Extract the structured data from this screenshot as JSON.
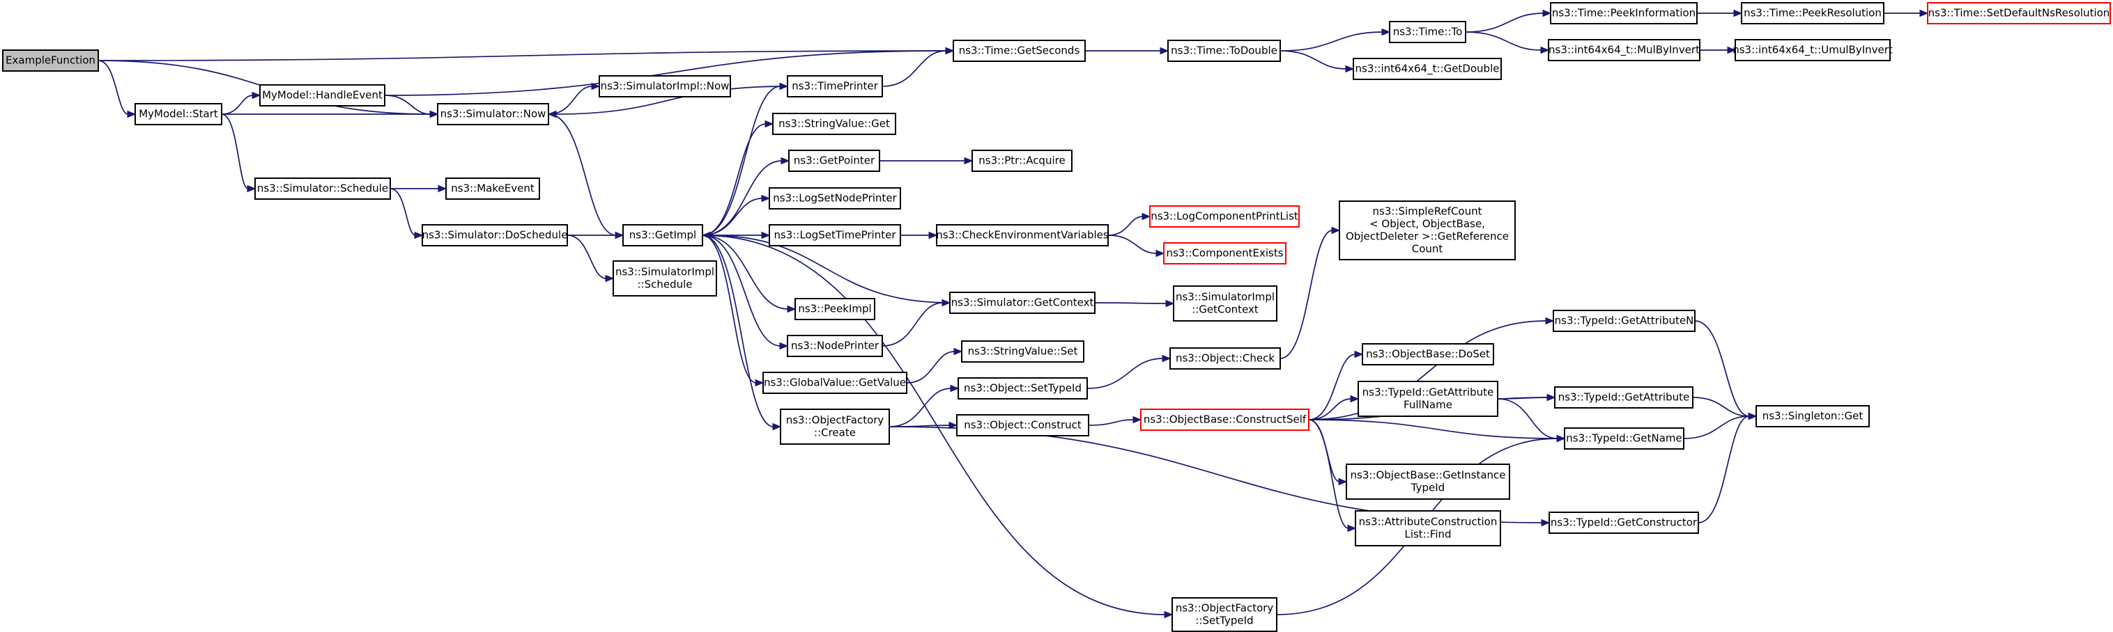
{
  "colors": {
    "edge": "#191970",
    "root_fill": "#bfbfbf",
    "border": "#000000",
    "external_border": "#ff0000"
  },
  "nodes": [
    {
      "id": "ExampleFunction",
      "lines": [
        "ExampleFunction"
      ],
      "style": "root"
    },
    {
      "id": "MyModel::Start",
      "lines": [
        "MyModel::Start"
      ]
    },
    {
      "id": "MyModel::HandleEvent",
      "lines": [
        "MyModel::HandleEvent"
      ]
    },
    {
      "id": "ns3::Simulator::Now",
      "lines": [
        "ns3::Simulator::Now"
      ]
    },
    {
      "id": "ns3::Simulator::Schedule",
      "lines": [
        "ns3::Simulator::Schedule"
      ]
    },
    {
      "id": "ns3::MakeEvent",
      "lines": [
        "ns3::MakeEvent"
      ]
    },
    {
      "id": "ns3::Simulator::DoSchedule",
      "lines": [
        "ns3::Simulator::DoSchedule"
      ]
    },
    {
      "id": "ns3::SimulatorImpl::Now",
      "lines": [
        "ns3::SimulatorImpl::Now"
      ]
    },
    {
      "id": "ns3::SimulatorImpl::Schedule",
      "lines": [
        "ns3::SimulatorImpl",
        "::Schedule"
      ]
    },
    {
      "id": "ns3::GetImpl",
      "lines": [
        "ns3::GetImpl"
      ]
    },
    {
      "id": "ns3::TimePrinter",
      "lines": [
        "ns3::TimePrinter"
      ]
    },
    {
      "id": "ns3::StringValue::Get",
      "lines": [
        "ns3::StringValue::Get"
      ]
    },
    {
      "id": "ns3::GetPointer",
      "lines": [
        "ns3::GetPointer"
      ]
    },
    {
      "id": "ns3::LogSetNodePrinter",
      "lines": [
        "ns3::LogSetNodePrinter"
      ]
    },
    {
      "id": "ns3::LogSetTimePrinter",
      "lines": [
        "ns3::LogSetTimePrinter"
      ]
    },
    {
      "id": "ns3::PeekImpl",
      "lines": [
        "ns3::PeekImpl"
      ]
    },
    {
      "id": "ns3::NodePrinter",
      "lines": [
        "ns3::NodePrinter"
      ]
    },
    {
      "id": "ns3::GlobalValue::GetValue",
      "lines": [
        "ns3::GlobalValue::GetValue"
      ]
    },
    {
      "id": "ns3::ObjectFactory::Create",
      "lines": [
        "ns3::ObjectFactory",
        "::Create"
      ]
    },
    {
      "id": "ns3::Ptr::Acquire",
      "lines": [
        "ns3::Ptr::Acquire"
      ]
    },
    {
      "id": "ns3::CheckEnvironmentVariables",
      "lines": [
        "ns3::CheckEnvironmentVariables"
      ]
    },
    {
      "id": "ns3::Simulator::GetContext",
      "lines": [
        "ns3::Simulator::GetContext"
      ]
    },
    {
      "id": "ns3::StringValue::Set",
      "lines": [
        "ns3::StringValue::Set"
      ]
    },
    {
      "id": "ns3::Object::SetTypeId",
      "lines": [
        "ns3::Object::SetTypeId"
      ]
    },
    {
      "id": "ns3::Object::Construct",
      "lines": [
        "ns3::Object::Construct"
      ]
    },
    {
      "id": "ns3::Time::GetSeconds",
      "lines": [
        "ns3::Time::GetSeconds"
      ]
    },
    {
      "id": "ns3::Time::ToDouble",
      "lines": [
        "ns3::Time::ToDouble"
      ]
    },
    {
      "id": "ns3::LogComponentPrintList",
      "lines": [
        "ns3::LogComponentPrintList"
      ],
      "style": "red"
    },
    {
      "id": "ns3::ComponentExists",
      "lines": [
        "ns3::ComponentExists"
      ],
      "style": "red"
    },
    {
      "id": "ns3::SimulatorImpl::GetContext",
      "lines": [
        "ns3::SimulatorImpl",
        "::GetContext"
      ]
    },
    {
      "id": "ns3::Object::Check",
      "lines": [
        "ns3::Object::Check"
      ]
    },
    {
      "id": "ns3::ObjectBase::ConstructSelf",
      "lines": [
        "ns3::ObjectBase::ConstructSelf"
      ],
      "style": "red"
    },
    {
      "id": "ns3::ObjectFactory::SetTypeId",
      "lines": [
        "ns3::ObjectFactory",
        "::SetTypeId"
      ]
    },
    {
      "id": "ns3::Time::To",
      "lines": [
        "ns3::Time::To"
      ]
    },
    {
      "id": "ns3::int64x64_t::GetDouble",
      "lines": [
        "ns3::int64x64_t::GetDouble"
      ]
    },
    {
      "id": "ns3::SimpleRefCount::GetReferenceCount",
      "lines": [
        "ns3::SimpleRefCount",
        "< Object, ObjectBase,",
        "ObjectDeleter >::GetReference",
        "Count"
      ]
    },
    {
      "id": "ns3::ObjectBase::DoSet",
      "lines": [
        "ns3::ObjectBase::DoSet"
      ]
    },
    {
      "id": "ns3::TypeId::GetAttributeFullName",
      "lines": [
        "ns3::TypeId::GetAttribute",
        "FullName"
      ]
    },
    {
      "id": "ns3::ObjectBase::GetInstanceTypeId",
      "lines": [
        "ns3::ObjectBase::GetInstance",
        "TypeId"
      ]
    },
    {
      "id": "ns3::AttributeConstructionList::Find",
      "lines": [
        "ns3::AttributeConstruction",
        "List::Find"
      ]
    },
    {
      "id": "ns3::Time::PeekInformation",
      "lines": [
        "ns3::Time::PeekInformation"
      ]
    },
    {
      "id": "ns3::int64x64_t::MulByInvert",
      "lines": [
        "ns3::int64x64_t::MulByInvert"
      ]
    },
    {
      "id": "ns3::TypeId::GetAttributeN",
      "lines": [
        "ns3::TypeId::GetAttributeN"
      ]
    },
    {
      "id": "ns3::TypeId::GetAttribute",
      "lines": [
        "ns3::TypeId::GetAttribute"
      ]
    },
    {
      "id": "ns3::TypeId::GetName",
      "lines": [
        "ns3::TypeId::GetName"
      ]
    },
    {
      "id": "ns3::TypeId::GetConstructor",
      "lines": [
        "ns3::TypeId::GetConstructor"
      ]
    },
    {
      "id": "ns3::Time::PeekResolution",
      "lines": [
        "ns3::Time::PeekResolution"
      ]
    },
    {
      "id": "ns3::int64x64_t::UmulByInvert",
      "lines": [
        "ns3::int64x64_t::UmulByInvert"
      ]
    },
    {
      "id": "ns3::Singleton::Get",
      "lines": [
        "ns3::Singleton::Get"
      ]
    },
    {
      "id": "ns3::Time::SetDefaultNsResolution",
      "lines": [
        "ns3::Time::SetDefaultNsResolution"
      ],
      "style": "red"
    }
  ],
  "edges": [
    [
      "ExampleFunction",
      "MyModel::Start"
    ],
    [
      "ExampleFunction",
      "ns3::Simulator::Now"
    ],
    [
      "ExampleFunction",
      "ns3::Time::GetSeconds"
    ],
    [
      "MyModel::Start",
      "MyModel::HandleEvent"
    ],
    [
      "MyModel::Start",
      "ns3::Simulator::Now"
    ],
    [
      "MyModel::Start",
      "ns3::Simulator::Schedule"
    ],
    [
      "MyModel::HandleEvent",
      "ns3::Simulator::Now"
    ],
    [
      "MyModel::HandleEvent",
      "ns3::Time::GetSeconds"
    ],
    [
      "ns3::Simulator::Now",
      "ns3::SimulatorImpl::Now"
    ],
    [
      "ns3::Simulator::Now",
      "ns3::GetImpl"
    ],
    [
      "ns3::Simulator::Schedule",
      "ns3::MakeEvent"
    ],
    [
      "ns3::Simulator::Schedule",
      "ns3::Simulator::DoSchedule"
    ],
    [
      "ns3::Simulator::DoSchedule",
      "ns3::GetImpl"
    ],
    [
      "ns3::Simulator::DoSchedule",
      "ns3::SimulatorImpl::Schedule"
    ],
    [
      "ns3::GetImpl",
      "ns3::TimePrinter"
    ],
    [
      "ns3::GetImpl",
      "ns3::StringValue::Get"
    ],
    [
      "ns3::GetImpl",
      "ns3::GetPointer"
    ],
    [
      "ns3::GetImpl",
      "ns3::LogSetNodePrinter"
    ],
    [
      "ns3::GetImpl",
      "ns3::LogSetTimePrinter"
    ],
    [
      "ns3::GetImpl",
      "ns3::PeekImpl"
    ],
    [
      "ns3::GetImpl",
      "ns3::NodePrinter"
    ],
    [
      "ns3::GetImpl",
      "ns3::GlobalValue::GetValue"
    ],
    [
      "ns3::GetImpl",
      "ns3::ObjectFactory::Create"
    ],
    [
      "ns3::GetImpl",
      "ns3::ObjectFactory::SetTypeId"
    ],
    [
      "ns3::TimePrinter",
      "ns3::Simulator::Now"
    ],
    [
      "ns3::TimePrinter",
      "ns3::Time::GetSeconds"
    ],
    [
      "ns3::GetPointer",
      "ns3::Ptr::Acquire"
    ],
    [
      "ns3::LogSetTimePrinter",
      "ns3::CheckEnvironmentVariables"
    ],
    [
      "ns3::CheckEnvironmentVariables",
      "ns3::LogComponentPrintList"
    ],
    [
      "ns3::CheckEnvironmentVariables",
      "ns3::ComponentExists"
    ],
    [
      "ns3::Simulator::GetContext",
      "ns3::GetImpl"
    ],
    [
      "ns3::Simulator::GetContext",
      "ns3::SimulatorImpl::GetContext"
    ],
    [
      "ns3::NodePrinter",
      "ns3::Simulator::GetContext"
    ],
    [
      "ns3::GlobalValue::GetValue",
      "ns3::StringValue::Set"
    ],
    [
      "ns3::ObjectFactory::Create",
      "ns3::Object::SetTypeId"
    ],
    [
      "ns3::ObjectFactory::Create",
      "ns3::Object::Construct"
    ],
    [
      "ns3::ObjectFactory::Create",
      "ns3::TypeId::GetConstructor"
    ],
    [
      "ns3::Object::SetTypeId",
      "ns3::Object::Check"
    ],
    [
      "ns3::Object::Construct",
      "ns3::ObjectBase::ConstructSelf"
    ],
    [
      "ns3::Object::Check",
      "ns3::SimpleRefCount::GetReferenceCount"
    ],
    [
      "ns3::ObjectBase::ConstructSelf",
      "ns3::ObjectBase::DoSet"
    ],
    [
      "ns3::ObjectBase::ConstructSelf",
      "ns3::TypeId::GetAttributeFullName"
    ],
    [
      "ns3::ObjectBase::ConstructSelf",
      "ns3::ObjectBase::GetInstanceTypeId"
    ],
    [
      "ns3::ObjectBase::ConstructSelf",
      "ns3::AttributeConstructionList::Find"
    ],
    [
      "ns3::ObjectBase::ConstructSelf",
      "ns3::TypeId::GetAttributeN"
    ],
    [
      "ns3::ObjectBase::ConstructSelf",
      "ns3::TypeId::GetAttribute"
    ],
    [
      "ns3::ObjectBase::ConstructSelf",
      "ns3::TypeId::GetName"
    ],
    [
      "ns3::TypeId::GetAttributeFullName",
      "ns3::TypeId::GetAttribute"
    ],
    [
      "ns3::TypeId::GetAttributeFullName",
      "ns3::TypeId::GetName"
    ],
    [
      "ns3::TypeId::GetAttributeN",
      "ns3::Singleton::Get"
    ],
    [
      "ns3::TypeId::GetAttribute",
      "ns3::Singleton::Get"
    ],
    [
      "ns3::TypeId::GetName",
      "ns3::Singleton::Get"
    ],
    [
      "ns3::TypeId::GetConstructor",
      "ns3::Singleton::Get"
    ],
    [
      "ns3::ObjectFactory::SetTypeId",
      "ns3::TypeId::GetName"
    ],
    [
      "ns3::Time::GetSeconds",
      "ns3::Time::ToDouble"
    ],
    [
      "ns3::Time::ToDouble",
      "ns3::Time::To"
    ],
    [
      "ns3::Time::ToDouble",
      "ns3::int64x64_t::GetDouble"
    ],
    [
      "ns3::Time::To",
      "ns3::Time::PeekInformation"
    ],
    [
      "ns3::Time::To",
      "ns3::int64x64_t::MulByInvert"
    ],
    [
      "ns3::Time::PeekInformation",
      "ns3::Time::PeekResolution"
    ],
    [
      "ns3::Time::PeekResolution",
      "ns3::Time::SetDefaultNsResolution"
    ],
    [
      "ns3::int64x64_t::MulByInvert",
      "ns3::int64x64_t::UmulByInvert"
    ]
  ]
}
